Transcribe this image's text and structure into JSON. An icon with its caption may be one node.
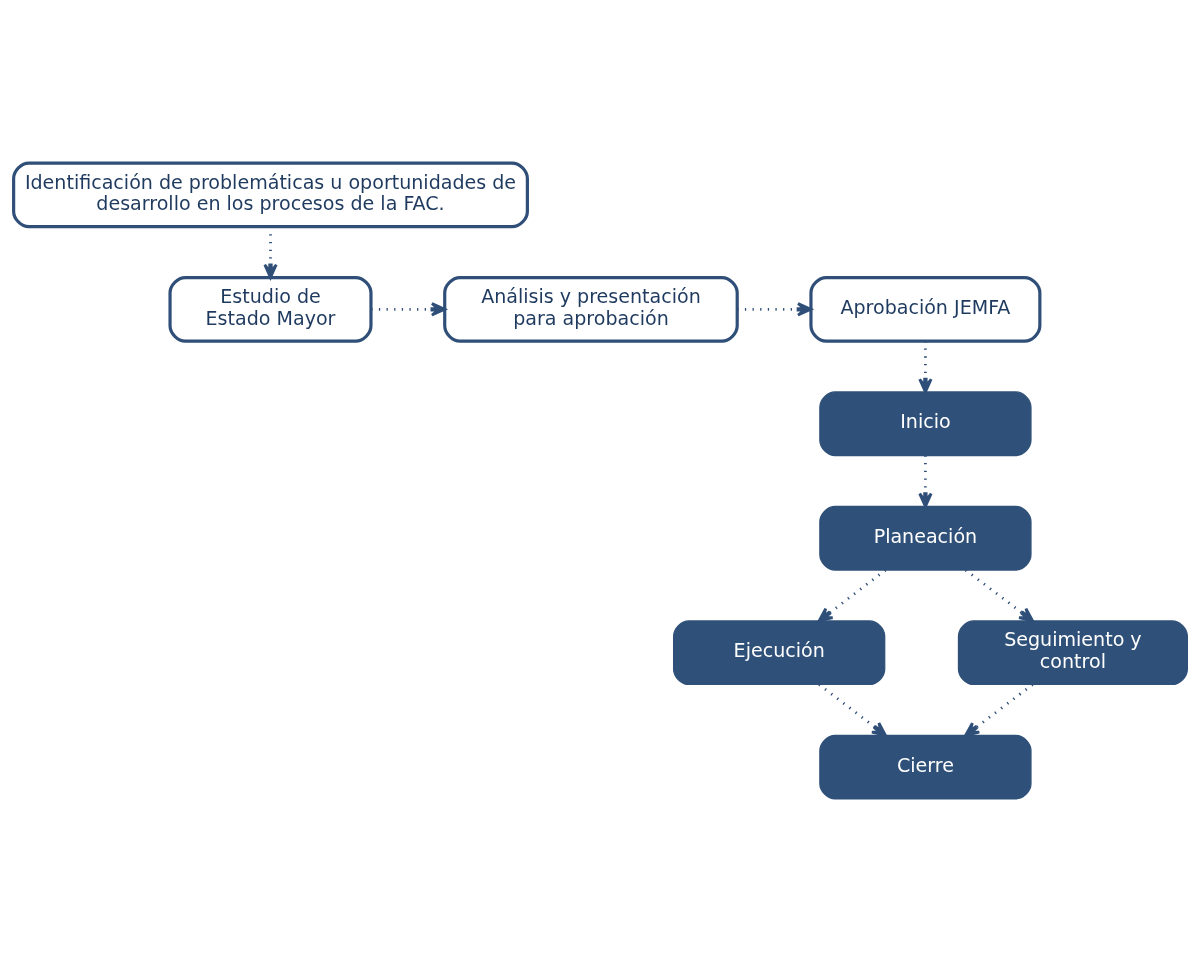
{
  "diagram": {
    "nodes": [
      {
        "text": [
          "Identificación de problemáticas u oportunidades de desarrollo en los procesos de la FAC."
        ]
      },
      {
        "text": [
          "Estudio de Estado Mayor"
        ]
      },
      {
        "text": [
          "Análisis y presentación para aprobación"
        ]
      },
      {
        "text": [
          "Aprobación JEMFA"
        ]
      },
      {
        "text": [
          "Inicio"
        ]
      },
      {
        "text": [
          "Planeación"
        ]
      },
      {
        "text": [
          "Ejecución"
        ]
      },
      {
        "text": [
          "Seguimiento y control"
        ]
      },
      {
        "text": [
          "Cierre"
        ]
      }
    ],
    "edges": [
      {
        "from": 0,
        "to": 1,
        "arrow": "to"
      },
      {
        "from": 1,
        "to": 2,
        "arrow": "to"
      },
      {
        "from": 2,
        "to": 3,
        "arrow": "to"
      },
      {
        "from": 3,
        "to": 4,
        "arrow": "to"
      },
      {
        "from": 4,
        "to": 5,
        "arrow": "to"
      },
      {
        "from": 5,
        "to": 6,
        "arrow": "to"
      },
      {
        "from": 5,
        "to": 7,
        "arrow": "to"
      },
      {
        "from": 6,
        "to": 8,
        "arrow": "to"
      },
      {
        "from": 7,
        "to": 8,
        "arrow": "to"
      }
    ]
  }
}
